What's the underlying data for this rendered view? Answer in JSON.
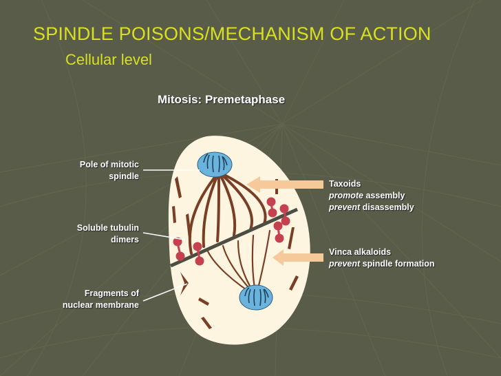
{
  "slide": {
    "title": "SPINDLE POISONS/MECHANISM OF ACTION",
    "subtitle": "Cellular level",
    "diagram_title": "Mitosis: Premetaphase"
  },
  "labels": {
    "pole_line1": "Pole of mitotic",
    "pole_line2": "spindle",
    "tubulin_line1": "Soluble tubulin",
    "tubulin_line2": "dimers",
    "fragments_line1": "Fragments of",
    "fragments_line2": "nuclear membrane"
  },
  "drugs": {
    "taxoids": {
      "name": "Taxoids",
      "line2_em": "promote",
      "line2_rest": " assembly",
      "line3_em": "prevent",
      "line3_rest": " disassembly"
    },
    "vinca": {
      "name": "Vinca alkaloids",
      "line2_em": "prevent",
      "line2_rest": " spindle formation"
    }
  },
  "colors": {
    "background": "#585c49",
    "title": "#d9e021",
    "cell": "#fdf5df",
    "spindle": "#7a3d25",
    "centrosome": "#6ab3dc",
    "tubulin_dimer": "#c4424f",
    "arrow": "#f6c99a",
    "plate_line": "#4d4e43"
  }
}
